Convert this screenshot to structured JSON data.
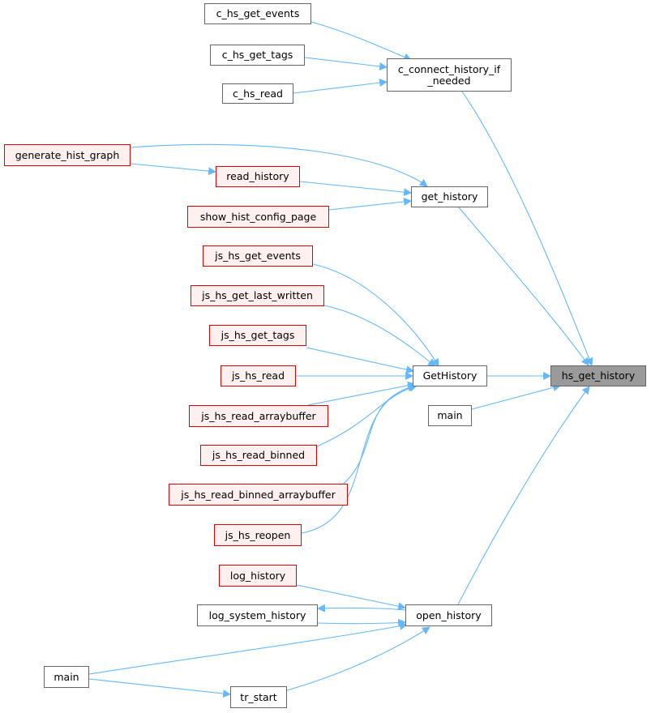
{
  "colors": {
    "edge": "#63b8ff",
    "node_border": "#666666",
    "red_border": "#e00000",
    "red_fill": "#fff0f0",
    "focus_fill": "#9a9a9a"
  },
  "nodes": {
    "c_hs_get_events": "c_hs_get_events",
    "c_hs_get_tags": "c_hs_get_tags",
    "c_hs_read": "c_hs_read",
    "c_connect_history_if_line1": "c_connect_history_if",
    "c_connect_history_if_line2": "_needed",
    "generate_hist_graph": "generate_hist_graph",
    "read_history": "read_history",
    "show_hist_config_page": "show_hist_config_page",
    "get_history": "get_history",
    "js_hs_get_events": "js_hs_get_events",
    "js_hs_get_last_written": "js_hs_get_last_written",
    "js_hs_get_tags": "js_hs_get_tags",
    "js_hs_read": "js_hs_read",
    "js_hs_read_arraybuffer": "js_hs_read_arraybuffer",
    "js_hs_read_binned": "js_hs_read_binned",
    "js_hs_read_binned_arraybuffer": "js_hs_read_binned_arraybuffer",
    "js_hs_reopen": "js_hs_reopen",
    "GetHistory": "GetHistory",
    "main_top": "main",
    "hs_get_history": "hs_get_history",
    "log_history": "log_history",
    "log_system_history": "log_system_history",
    "open_history": "open_history",
    "main_bottom": "main",
    "tr_start": "tr_start"
  }
}
